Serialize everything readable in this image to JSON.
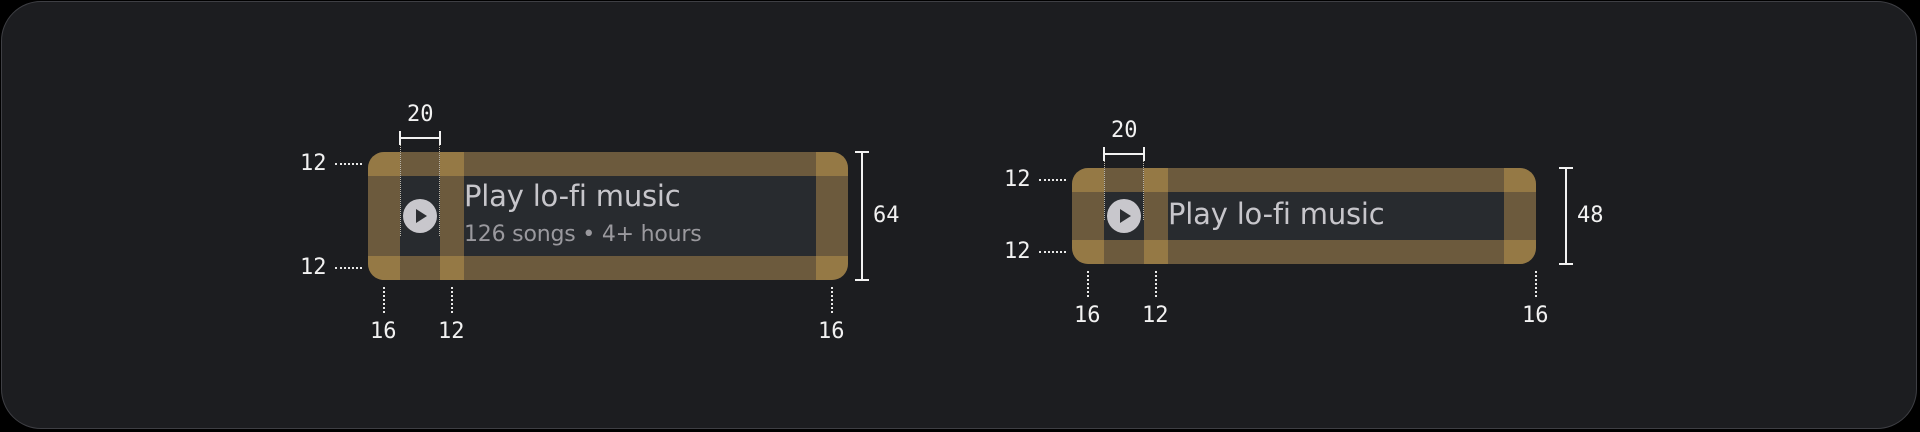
{
  "spec_a": {
    "title": "Play lo-fi music",
    "subtitle": "126 songs • 4+ hours",
    "icon": "play-circle-icon",
    "measurements": {
      "icon_width": "20",
      "padding_top": "12",
      "padding_bottom": "12",
      "padding_left": "16",
      "icon_gap": "12",
      "padding_right": "16",
      "height": "64"
    }
  },
  "spec_b": {
    "title": "Play lo-fi music",
    "icon": "play-circle-icon",
    "measurements": {
      "icon_width": "20",
      "padding_top": "12",
      "padding_bottom": "12",
      "padding_left": "16",
      "icon_gap": "12",
      "padding_right": "16",
      "height": "48"
    }
  },
  "colors": {
    "background": "#1c1d20",
    "card": "#282b2f",
    "padding_overlay": "#766548",
    "overlap_overlay": "#a48a55",
    "text_primary": "#c7c6cb",
    "text_secondary": "#9a999e",
    "annotation": "#f2f2f2"
  }
}
